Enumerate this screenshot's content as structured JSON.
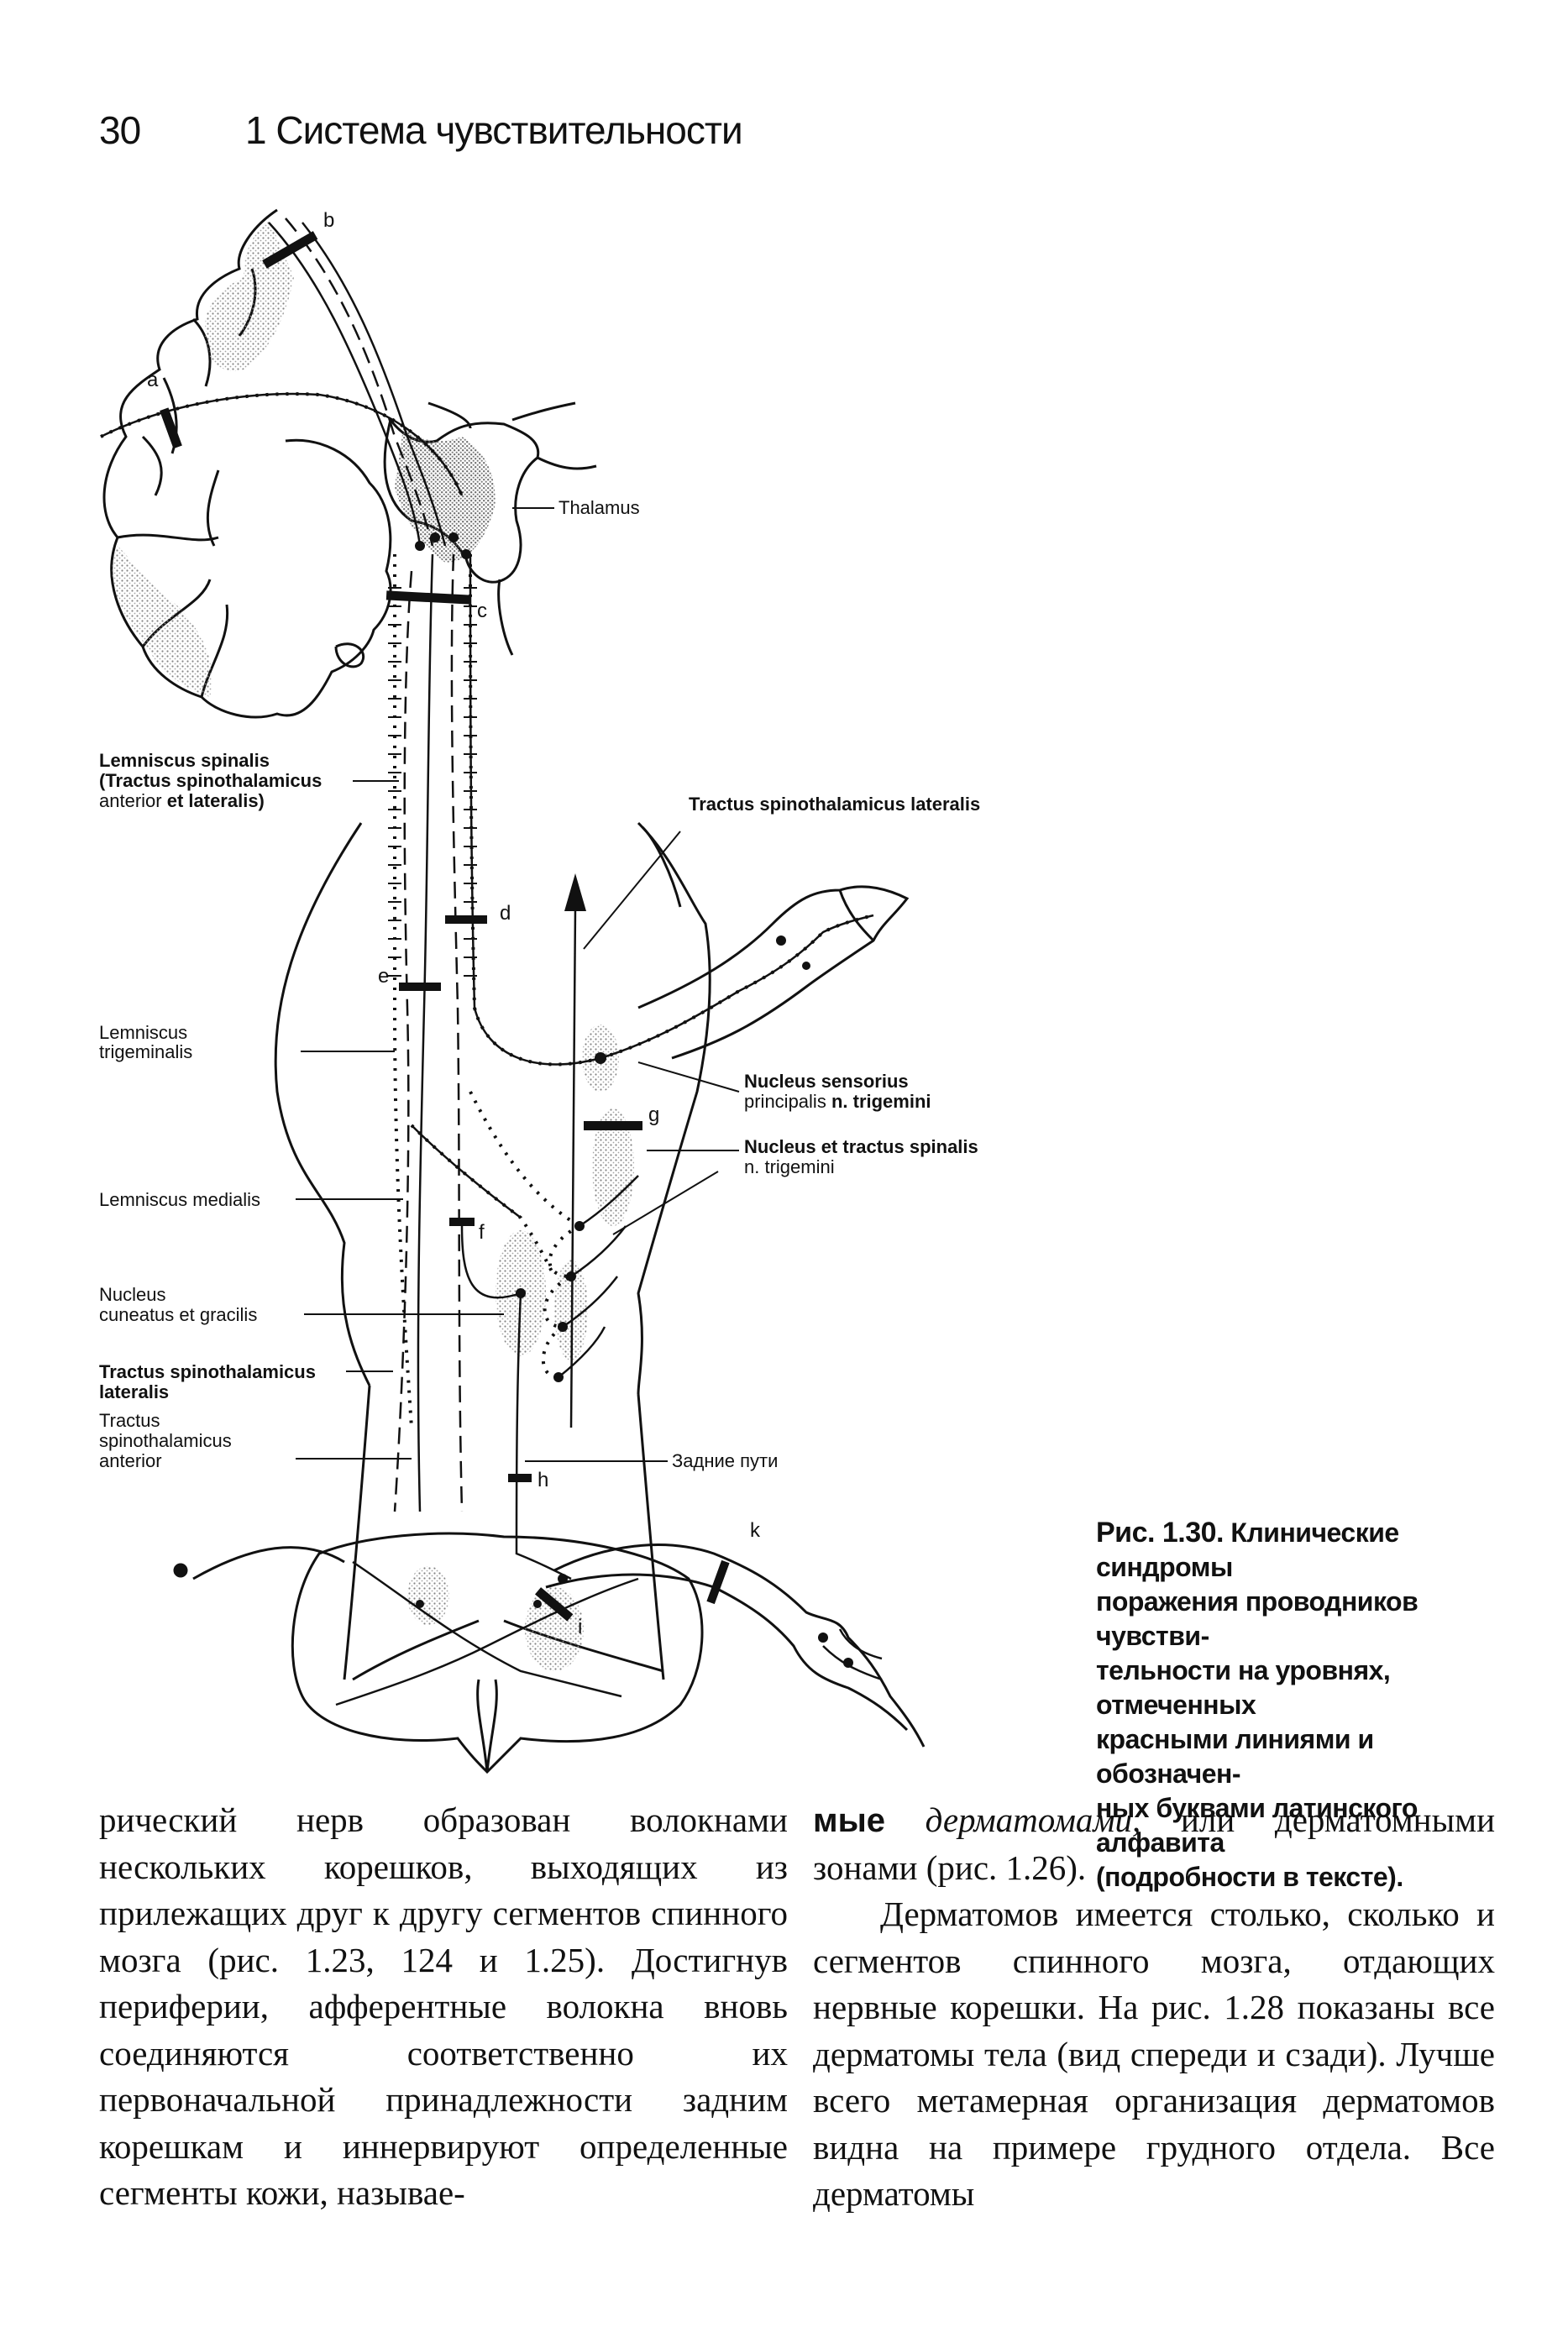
{
  "header": {
    "page_number": "30",
    "chapter": "1 Система чувствительности"
  },
  "figure": {
    "letters": {
      "a": "a",
      "b": "b",
      "c": "c",
      "d": "d",
      "e": "e",
      "f": "f",
      "g": "g",
      "h": "h",
      "i": "i",
      "k": "k"
    },
    "labels": {
      "thalamus": "Thalamus",
      "lem_spin_1_a": "Lemniscus",
      "lem_spin_1_b": "spinalis",
      "lem_spin_2_a": "(Tractus",
      "lem_spin_2_b": "spinothalamicus",
      "lem_spin_3_a": "anterior",
      "lem_spin_3_b": "et lateralis)",
      "tract_spth_lat": "Tractus spinothalamicus lateralis",
      "lem_trig_1": "Lemniscus",
      "lem_trig_2": "trigeminalis",
      "nucl_sens_1": "Nucleus sensorius",
      "nucl_sens_2_a": "principalis",
      "nucl_sens_2_b": "n. trigemini",
      "nucl_tract_1": "Nucleus et tractus spinalis",
      "nucl_tract_2": "n. trigemini",
      "lem_medialis": "Lemniscus medialis",
      "nucl_cun_1": "Nucleus",
      "nucl_cun_2": "cuneatus et gracilis",
      "tr_lat_1": "Tractus spinothalamicus",
      "tr_lat_2": "lateralis",
      "tr_ant_1": "Tractus",
      "tr_ant_2": "spinothalamicus",
      "tr_ant_3": "anterior",
      "zadnie": "Задние пути"
    }
  },
  "caption": {
    "number": "Рис. 1.30.",
    "lines": [
      "Клинические синдромы",
      "поражения проводников чувстви-",
      "тельности на уровнях, отмеченных",
      "красными линиями и обозначен-",
      "ных буквами латинского алфавита",
      "(подробности в тексте)."
    ]
  },
  "body": {
    "left_column": "рический нерв образован волокнами нескольких корешков, выходящих из прилежащих друг к другу сегментов спинного мозга (рис. 1.23, 124 и 1.25). Достигнув периферии, афферентные волокна вновь соединяются соответственно их первоначальной принадлежности задним корешкам и иннервируют определенные сегменты кожи, называе-",
    "right_p1_start": "мые",
    "right_p1_italic": "дерматомами,",
    "right_p1_rest": "или дерматомными зонами (рис. 1.26).",
    "right_p2": "Дерматомов имеется столько, сколько и сегментов спинного мозга, отдающих нервные корешки. На рис. 1.28 показаны все дерматомы тела (вид спереди и сзади). Лучше всего метамерная организация дерматомов видна на примере грудного отдела. Все дерматомы"
  }
}
